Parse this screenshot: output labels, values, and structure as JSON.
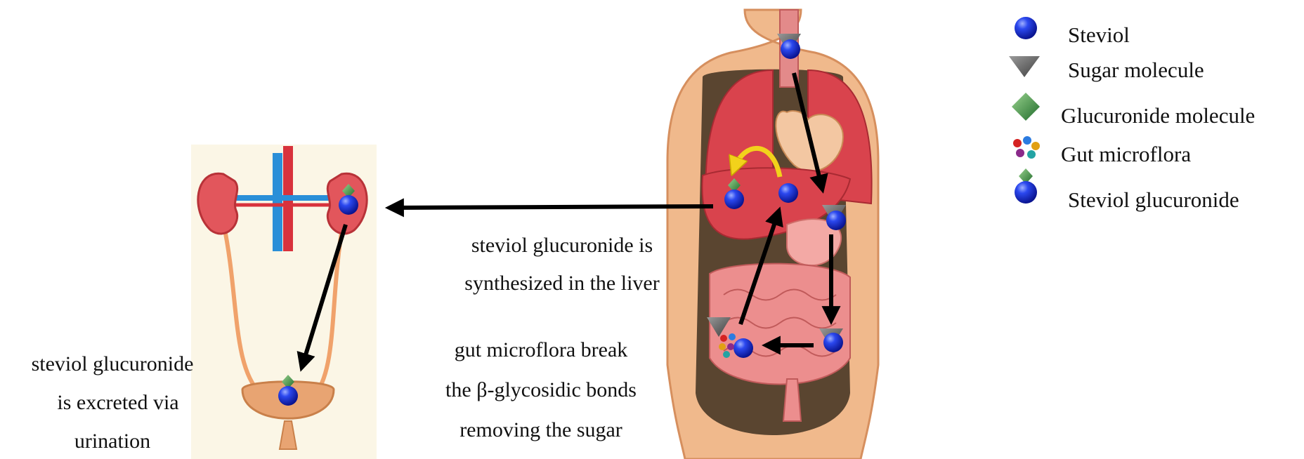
{
  "legend": {
    "items": [
      {
        "icon": "steviol-sphere-icon",
        "label": "Steviol"
      },
      {
        "icon": "sugar-triangle-icon",
        "label": "Sugar molecule"
      },
      {
        "icon": "glucuronide-diamond-icon",
        "label": "Glucuronide molecule"
      },
      {
        "icon": "gut-microflora-cluster-icon",
        "label": "Gut microflora"
      },
      {
        "icon": "steviol-glucuronide-icon",
        "label": "Steviol glucuronide"
      }
    ]
  },
  "annotations": {
    "liver": [
      "steviol glucuronide is",
      "synthesized in the liver"
    ],
    "gut": [
      "gut microflora break",
      "the β-glycosidic bonds",
      "removing the sugar"
    ],
    "excretion": [
      "steviol glucuronide",
      "is excreted via",
      "urination"
    ]
  },
  "colors": {
    "steviol": "#1a2fd8",
    "sugar": "#6b6b6b",
    "glucuronide": "#2f8a3a",
    "arrow": "#000000",
    "conversion_arrow": "#f2d21b",
    "skin": "#f0b98c",
    "organ_red": "#e2565c",
    "vessel_blue": "#2a8fd8"
  }
}
